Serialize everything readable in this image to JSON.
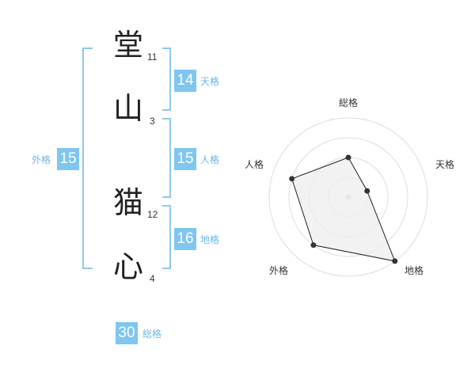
{
  "name_chars": [
    {
      "char": "堂",
      "strokes": "11"
    },
    {
      "char": "山",
      "strokes": "3"
    },
    {
      "char": "猫",
      "strokes": "12"
    },
    {
      "char": "心",
      "strokes": "4"
    }
  ],
  "kakusu": {
    "tenkaku": {
      "value": "14",
      "label": "天格"
    },
    "jinkaku": {
      "value": "15",
      "label": "人格"
    },
    "chikaku": {
      "value": "16",
      "label": "地格"
    },
    "gaikaku": {
      "value": "15",
      "label": "外格"
    },
    "soukaku": {
      "value": "30",
      "label": "総格"
    }
  },
  "colors": {
    "accent": "#7fc6f0",
    "bracket": "#8cc9ee",
    "radar_fill": "#eeeeee",
    "radar_line": "#222222"
  },
  "chart_data": {
    "type": "radar",
    "axes": [
      "総格",
      "天格",
      "地格",
      "外格",
      "人格"
    ],
    "levels": 4,
    "range": [
      0,
      4
    ],
    "values": [
      2,
      1,
      4,
      3,
      3
    ]
  }
}
